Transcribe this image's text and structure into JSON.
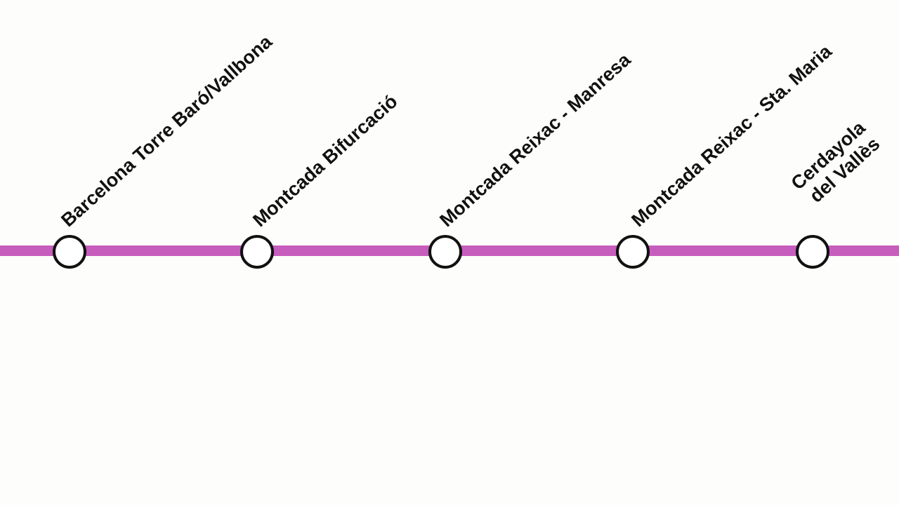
{
  "line": {
    "color": "#c65dbd"
  },
  "stations": [
    {
      "name": "Barcelona Torre Baró/Vallbona"
    },
    {
      "name": "Montcada Bifurcació"
    },
    {
      "name": "Montcada Reixac - Manresa"
    },
    {
      "name": "Montcada Reixac - Sta. Maria"
    },
    {
      "name": "Cerdayola del Vallès"
    }
  ]
}
